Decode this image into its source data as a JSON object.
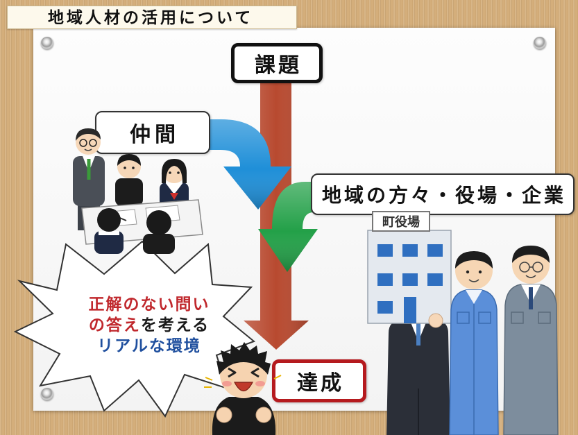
{
  "slide": {
    "title": "地域人材の活用について",
    "issue_label": "課題",
    "peers_label": "仲間",
    "community_label": "地域の方々・役場・企業",
    "achievement_label": "達成"
  },
  "burst": {
    "lines": [
      {
        "segments": [
          {
            "text": "正解のない問い",
            "color": "#c0282d"
          }
        ]
      },
      {
        "segments": [
          {
            "text": "の答え",
            "color": "#c0282d"
          },
          {
            "text": "を考える",
            "color": "#1a1a1a"
          }
        ]
      },
      {
        "segments": [
          {
            "text": "リアルな環境",
            "color": "#1f4f9e"
          }
        ]
      }
    ]
  },
  "illustrations": {
    "town_hall_sign": "町役場"
  },
  "colors": {
    "trunk_arrow": "#b84a30",
    "peers_arrow": "#1f8fd8",
    "community_arrow": "#23a048",
    "issue_border": "#111111",
    "achievement_border": "#b51a1e",
    "burst_fill": "#ffffff"
  },
  "icons": {
    "corner_pin": "pin-icon"
  }
}
